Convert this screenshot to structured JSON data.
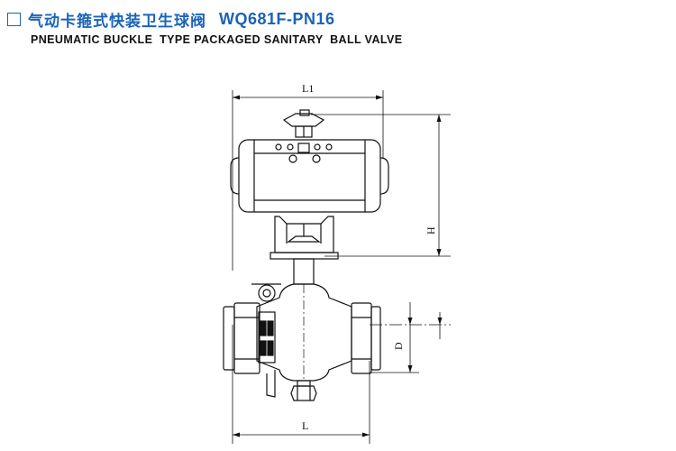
{
  "header": {
    "title_cn": "气动卡箍式快装卫生球阀",
    "model": "WQ681F-PN16",
    "title_en": "PNEUMATIC BUCKLE  TYPE PACKAGED SANITARY  BALL VALVE"
  },
  "drawing": {
    "dim_L1": "L1",
    "dim_H": "H",
    "dim_D": "D",
    "dim_L": "L"
  },
  "colors": {
    "accent": "#1a63b8",
    "line": "#111111"
  },
  "icons": [
    "checkbox-icon"
  ]
}
